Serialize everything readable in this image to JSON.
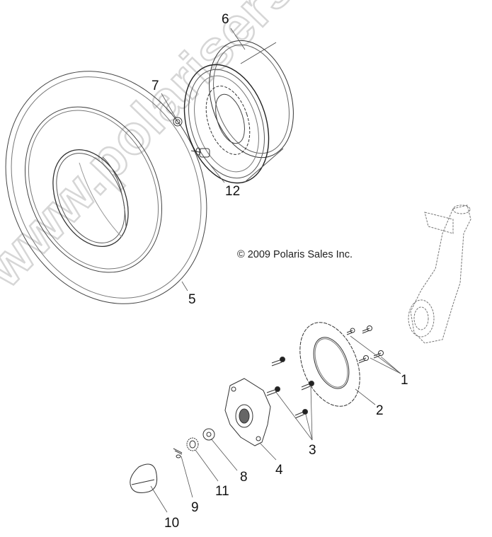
{
  "diagram": {
    "type": "exploded-parts-view",
    "subject": "Front wheel, tire, hub and brake disc assembly",
    "copyright": "© 2009 Polaris Sales Inc.",
    "watermark": "www.polarisersatzteile.de",
    "colors": {
      "line": "#333333",
      "watermark_outline": "#d6d6d6",
      "background": "#ffffff"
    },
    "callouts": [
      {
        "id": "1",
        "label": "1",
        "part": "brake-disc-bolts"
      },
      {
        "id": "2",
        "label": "2",
        "part": "brake-disc"
      },
      {
        "id": "3",
        "label": "3",
        "part": "hub-studs"
      },
      {
        "id": "4",
        "label": "4",
        "part": "wheel-hub"
      },
      {
        "id": "5",
        "label": "5",
        "part": "tire"
      },
      {
        "id": "6",
        "label": "6",
        "part": "wheel-rim"
      },
      {
        "id": "7",
        "label": "7",
        "part": "lug-nut"
      },
      {
        "id": "8",
        "label": "8",
        "part": "washer"
      },
      {
        "id": "9",
        "label": "9",
        "part": "cotter-pin"
      },
      {
        "id": "10",
        "label": "10",
        "part": "hub-cap"
      },
      {
        "id": "11",
        "label": "11",
        "part": "castle-nut"
      },
      {
        "id": "12",
        "label": "12",
        "part": "valve-stem"
      }
    ]
  }
}
